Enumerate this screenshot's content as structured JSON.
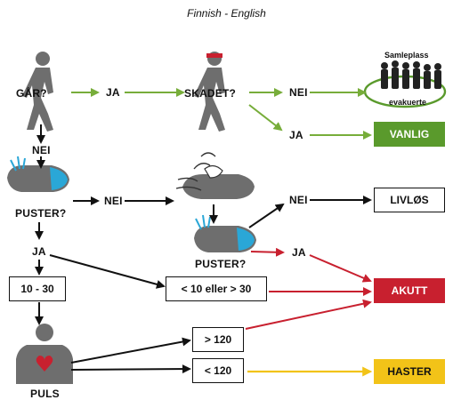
{
  "header": "Finnish - English",
  "nodes": {
    "gar": "GÅR?",
    "skadet": "SKADET?",
    "puster1": "PUSTER?",
    "puster2": "PUSTER?",
    "puls": "PULS",
    "samleplass": "Samleplass",
    "evakuerte": "evakuerte"
  },
  "edges": {
    "ja1": "JA",
    "nei1": "NEI",
    "ja2": "JA",
    "nei2": "NEI",
    "nei3": "NEI",
    "nei4": "NEI",
    "ja3": "JA",
    "ja4": "JA"
  },
  "boxes": {
    "resp_range": "10 - 30",
    "resp_out": "< 10 eller > 30",
    "pulse_high": "> 120",
    "pulse_low": "< 120"
  },
  "outcomes": {
    "vanlig": "VANLIG",
    "livlos": "LIVLØS",
    "akutt": "AKUTT",
    "haster": "HASTER"
  },
  "colors": {
    "green": "#77ad3a",
    "dark_green": "#5a9a2c",
    "red": "#c8202f",
    "yellow": "#f2c318",
    "black": "#111111",
    "figure_gray": "#6e6e6e",
    "face_blue": "#2aa7d7"
  }
}
